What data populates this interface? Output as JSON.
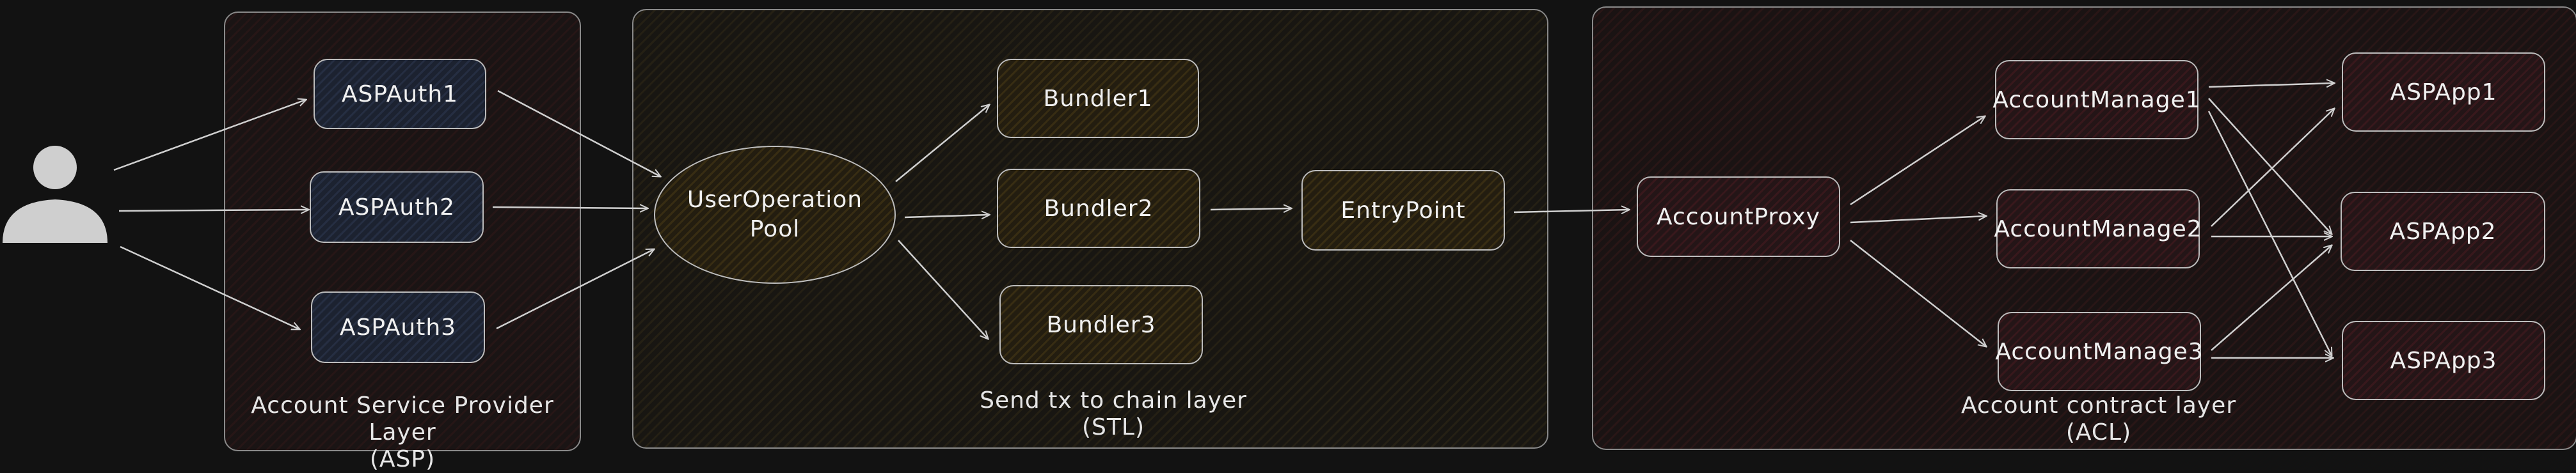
{
  "layers": {
    "asp": {
      "caption_line1": "Account Service Provider Layer",
      "caption_line2": "(ASP)"
    },
    "stl": {
      "caption_line1": "Send tx to chain layer",
      "caption_line2": "(STL)"
    },
    "acl": {
      "caption_line1": "Account contract layer",
      "caption_line2": "(ACL)"
    }
  },
  "nodes": {
    "asp_auth_1": "ASPAuth1",
    "asp_auth_2": "ASPAuth2",
    "asp_auth_3": "ASPAuth3",
    "pool_line1": "UserOperation",
    "pool_line2": "Pool",
    "bundler_1": "Bundler1",
    "bundler_2": "Bundler2",
    "bundler_3": "Bundler3",
    "entry_point": "EntryPoint",
    "account_proxy": "AccountProxy",
    "account_manage_1": "AccountManage1",
    "account_manage_2": "AccountManage2",
    "account_manage_3": "AccountManage3",
    "asp_app_1": "ASPApp1",
    "asp_app_2": "ASPApp2",
    "asp_app_3": "ASPApp3"
  },
  "icons": {
    "user": "user-icon"
  },
  "colors": {
    "background": "#121212",
    "stroke": "#bdbdbd",
    "arrow": "#d0d0d0",
    "auth_fill": "#1c2230",
    "bundler_fill": "#231d10",
    "acl_fill": "#241517"
  }
}
